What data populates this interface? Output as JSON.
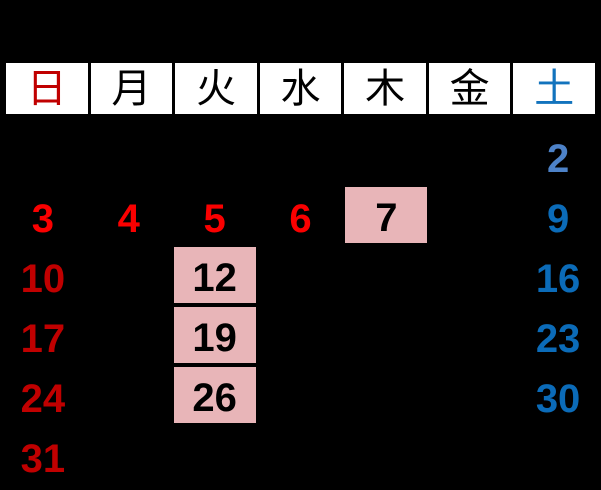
{
  "page": {
    "background_color": "#000000"
  },
  "calendar": {
    "weekday_header": {
      "cell_background": "#ffffff",
      "border_color": "#000000",
      "cells": [
        {
          "name": "sunday",
          "label": "日",
          "color": "#c00000"
        },
        {
          "name": "monday",
          "label": "月",
          "color": "#000000"
        },
        {
          "name": "tuesday",
          "label": "火",
          "color": "#000000"
        },
        {
          "name": "wednesday",
          "label": "水",
          "color": "#000000"
        },
        {
          "name": "thursday",
          "label": "木",
          "color": "#000000"
        },
        {
          "name": "friday",
          "label": "金",
          "color": "#000000"
        },
        {
          "name": "saturday",
          "label": "土",
          "color": "#1273bd"
        }
      ]
    },
    "highlight_color": "#e8b5b8",
    "dates": [
      {
        "day": "2",
        "row": 1,
        "col": 7,
        "color": "#4d82c8",
        "highlighted": false
      },
      {
        "day": "3",
        "row": 2,
        "col": 1,
        "color": "#fa0000",
        "highlighted": false
      },
      {
        "day": "4",
        "row": 2,
        "col": 2,
        "color": "#fa0000",
        "highlighted": false
      },
      {
        "day": "5",
        "row": 2,
        "col": 3,
        "color": "#fa0000",
        "highlighted": false
      },
      {
        "day": "6",
        "row": 2,
        "col": 4,
        "color": "#fa0000",
        "highlighted": false
      },
      {
        "day": "7",
        "row": 2,
        "col": 5,
        "color": "#000000",
        "highlighted": true
      },
      {
        "day": "9",
        "row": 2,
        "col": 7,
        "color": "#0b6bb8",
        "highlighted": false
      },
      {
        "day": "10",
        "row": 3,
        "col": 1,
        "color": "#c00000",
        "highlighted": false
      },
      {
        "day": "12",
        "row": 3,
        "col": 3,
        "color": "#000000",
        "highlighted": true
      },
      {
        "day": "16",
        "row": 3,
        "col": 7,
        "color": "#0b6bb8",
        "highlighted": false
      },
      {
        "day": "17",
        "row": 4,
        "col": 1,
        "color": "#c00000",
        "highlighted": false
      },
      {
        "day": "19",
        "row": 4,
        "col": 3,
        "color": "#000000",
        "highlighted": true
      },
      {
        "day": "23",
        "row": 4,
        "col": 7,
        "color": "#0b6bb8",
        "highlighted": false
      },
      {
        "day": "24",
        "row": 5,
        "col": 1,
        "color": "#c00000",
        "highlighted": false
      },
      {
        "day": "26",
        "row": 5,
        "col": 3,
        "color": "#000000",
        "highlighted": true
      },
      {
        "day": "30",
        "row": 5,
        "col": 7,
        "color": "#0b6bb8",
        "highlighted": false
      },
      {
        "day": "31",
        "row": 6,
        "col": 1,
        "color": "#c00000",
        "highlighted": false
      }
    ]
  }
}
